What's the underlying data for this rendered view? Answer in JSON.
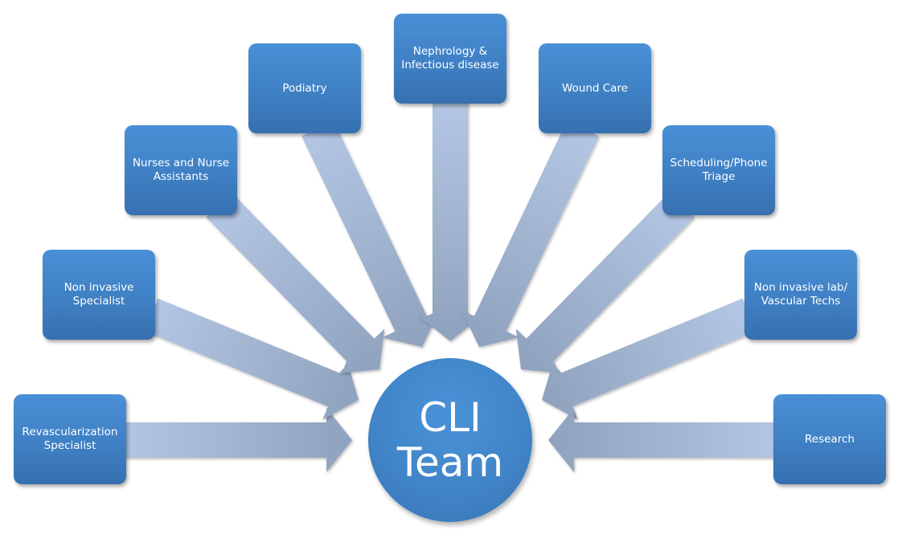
{
  "diagram": {
    "type": "hub-and-spoke",
    "hub": {
      "label": "CLI\nTeam"
    },
    "spokes": [
      {
        "id": "revascularization",
        "label": "Revascularization\nSpecialist"
      },
      {
        "id": "non-invasive-specialist",
        "label": "Non invasive\nSpecialist"
      },
      {
        "id": "nurses",
        "label": "Nurses and Nurse\nAssistants"
      },
      {
        "id": "podiatry",
        "label": "Podiatry"
      },
      {
        "id": "nephrology",
        "label": "Nephrology &\nInfectious disease"
      },
      {
        "id": "wound-care",
        "label": "Wound Care"
      },
      {
        "id": "scheduling",
        "label": "Scheduling/Phone\nTriage"
      },
      {
        "id": "non-invasive-lab",
        "label": "Non invasive lab/\nVascular Techs"
      },
      {
        "id": "research",
        "label": "Research"
      }
    ],
    "colors": {
      "box": "#4085c8",
      "arrow_light": "#b3c6e3",
      "arrow_dark": "#8fa2bd",
      "text": "#ffffff"
    }
  }
}
